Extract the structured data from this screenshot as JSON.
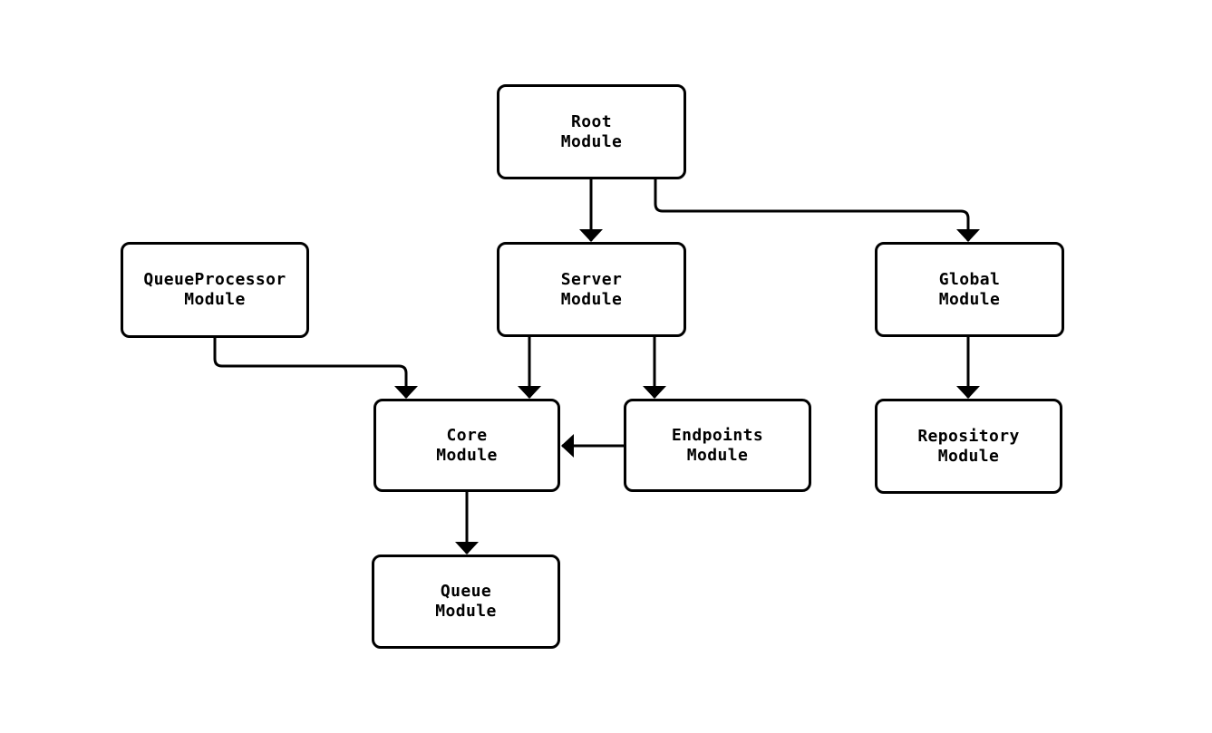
{
  "diagram": {
    "type": "module-dependency-graph",
    "background_color": "#ffffff",
    "line_color": "#000000",
    "node_fill_color": "#ffffff",
    "node_border_color": "#000000",
    "nodes": {
      "root": {
        "line1": "Root",
        "line2": "Module"
      },
      "queueprocessor": {
        "line1": "QueueProcessor",
        "line2": "Module"
      },
      "server": {
        "line1": "Server",
        "line2": "Module"
      },
      "global": {
        "line1": "Global",
        "line2": "Module"
      },
      "core": {
        "line1": "Core",
        "line2": "Module"
      },
      "endpoints": {
        "line1": "Endpoints",
        "line2": "Module"
      },
      "repository": {
        "line1": "Repository",
        "line2": "Module"
      },
      "queue": {
        "line1": "Queue",
        "line2": "Module"
      }
    },
    "edges": [
      {
        "from": "Root Module",
        "to": "Server Module"
      },
      {
        "from": "Root Module",
        "to": "Global Module"
      },
      {
        "from": "QueueProcessor Module",
        "to": "Core Module"
      },
      {
        "from": "Server Module",
        "to": "Core Module"
      },
      {
        "from": "Server Module",
        "to": "Endpoints Module"
      },
      {
        "from": "Endpoints Module",
        "to": "Core Module"
      },
      {
        "from": "Global Module",
        "to": "Repository Module"
      },
      {
        "from": "Core Module",
        "to": "Queue Module"
      }
    ]
  }
}
